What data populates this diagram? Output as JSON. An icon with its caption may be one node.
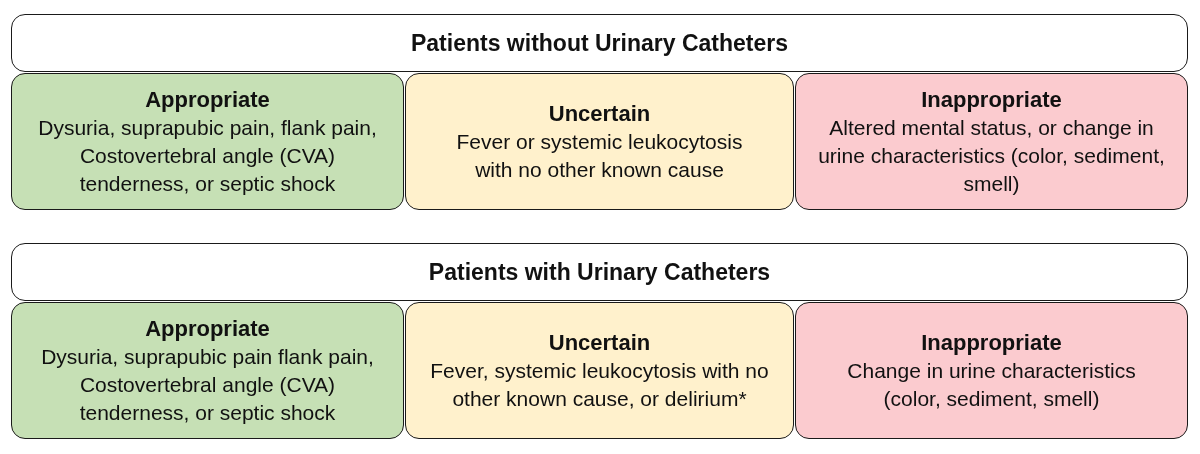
{
  "diagram": {
    "nodes": [
      {
        "text": [
          "Patients without Urinary Catheters"
        ]
      },
      {
        "text": [
          "Appropriate",
          "Dysuria, suprapubic pain, flank pain, Costovertebral angle (CVA) tenderness, or septic shock"
        ]
      },
      {
        "text": [
          "Uncertain",
          "Fever or systemic leukocytosis with no other known cause"
        ]
      },
      {
        "text": [
          "Inappropriate",
          "Altered mental status, or change in urine characteristics (color, sediment, smell)"
        ]
      },
      {
        "text": [
          "Patients with Urinary Catheters"
        ]
      },
      {
        "text": [
          "Appropriate",
          "Dysuria, suprapubic pain flank pain, Costovertebral angle (CVA) tenderness, or septic shock"
        ]
      },
      {
        "text": [
          "Uncertain",
          "Fever, systemic leukocytosis with no other known cause, or delirium*"
        ]
      },
      {
        "text": [
          "Inappropriate",
          "Change in urine characteristics (color, sediment, smell)"
        ]
      }
    ]
  }
}
